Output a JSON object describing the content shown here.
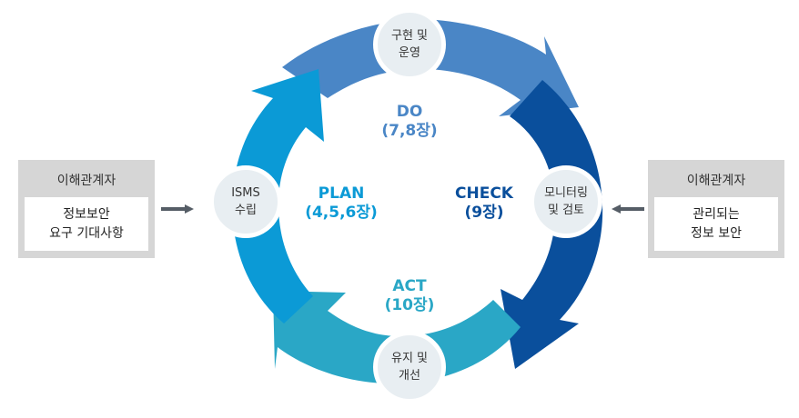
{
  "left_box": {
    "title": "이해관계자",
    "lines": [
      "정보보안",
      "요구 기대사항"
    ]
  },
  "right_box": {
    "title": "이해관계자",
    "lines": [
      "관리되는",
      "정보 보안"
    ]
  },
  "nodes": {
    "top": {
      "lines": [
        "구현 및",
        "운영"
      ]
    },
    "left": {
      "lines": [
        "ISMS",
        "수립"
      ]
    },
    "right": {
      "lines": [
        "모니터링",
        "및 검토"
      ]
    },
    "bottom": {
      "lines": [
        "유지 및",
        "개선"
      ]
    }
  },
  "phases": {
    "do": {
      "name": "DO",
      "chapter": "(7,8장)"
    },
    "plan": {
      "name": "PLAN",
      "chapter": "(4,5,6장)"
    },
    "check": {
      "name": "CHECK",
      "chapter": "(9장)"
    },
    "act": {
      "name": "ACT",
      "chapter": "(10장)"
    }
  },
  "colors": {
    "do": "#4a86c6",
    "check": "#0a4f9c",
    "act": "#2aa7c6",
    "plan": "#0b9ad6",
    "arrow_gray": "#555d66",
    "side_box": "#d6d6d6",
    "node_fill": "#e8eef2"
  }
}
